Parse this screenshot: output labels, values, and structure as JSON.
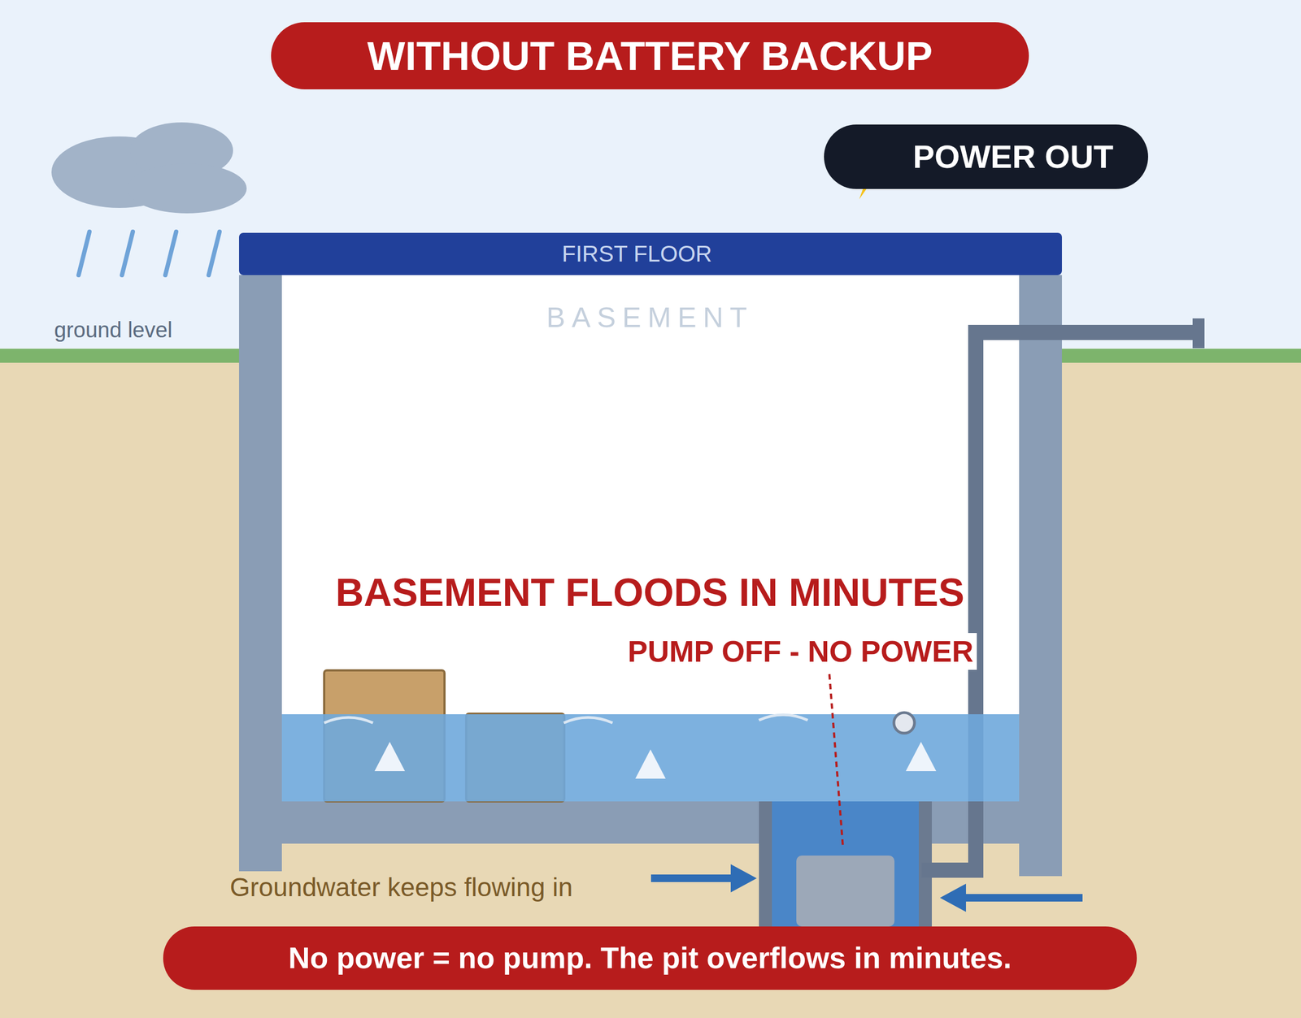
{
  "diagram": {
    "title": "WITHOUT BATTERY BACKUP",
    "caption": "No power = no pump. The pit overflows in minutes.",
    "nodes": [
      {
        "text": [
          "POWER OUT"
        ]
      },
      {
        "text": [
          "FIRST FLOOR"
        ]
      }
    ],
    "labels": [
      "BASEMENT",
      "ground level",
      "BASEMENT FLOODS IN MINUTES",
      "PUMP OFF - NO POWER",
      "Groundwater keeps flowing in"
    ]
  }
}
